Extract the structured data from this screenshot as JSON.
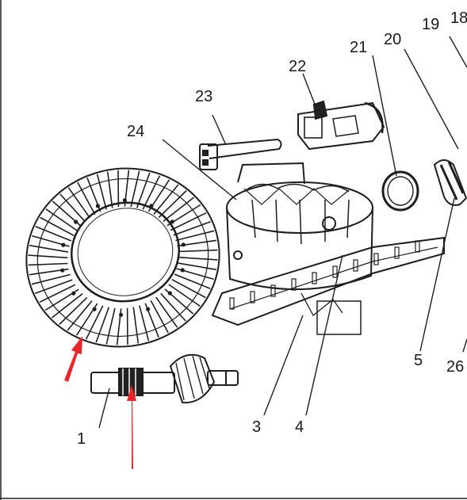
{
  "diagram": {
    "part_labels": [
      "1",
      "3",
      "4",
      "5",
      "18",
      "19",
      "20",
      "21",
      "22",
      "23",
      "24",
      "26"
    ],
    "colors": {
      "ink": "#1e1e1e",
      "arrow": "#e8262a",
      "background": "#ffffff"
    }
  }
}
